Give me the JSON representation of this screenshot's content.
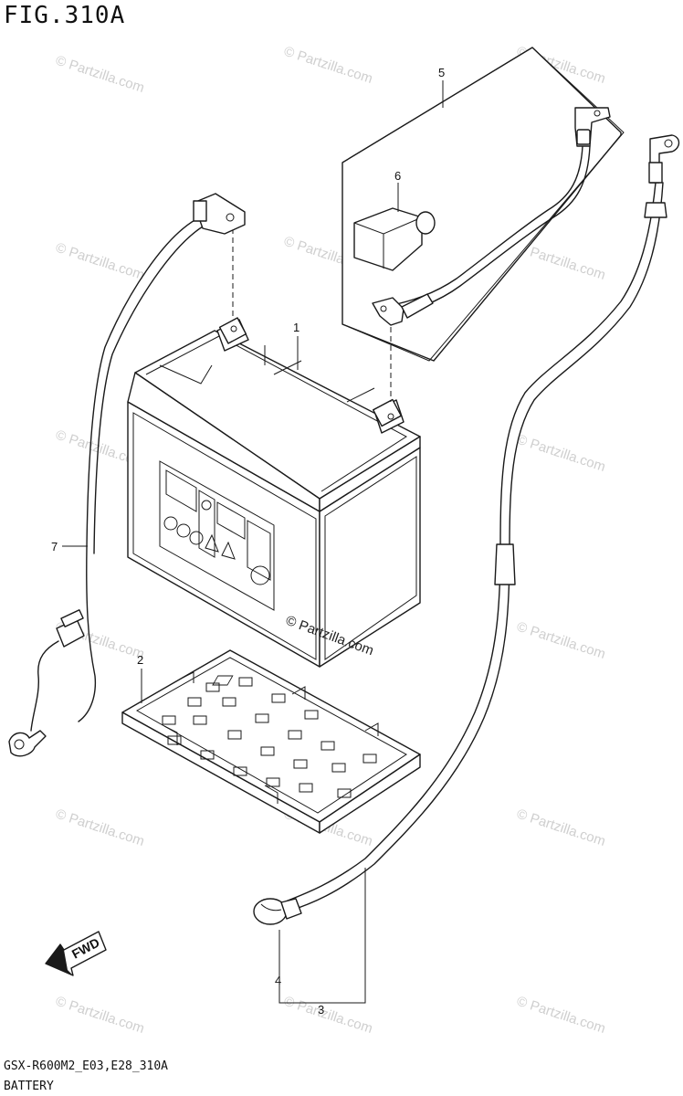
{
  "figure": {
    "title": "FIG.310A",
    "model_code": "GSX-R600M2_E03,E28_310A",
    "section_name": "BATTERY"
  },
  "watermark": {
    "text": "© Partzilla.com"
  },
  "direction_marker": {
    "label": "FWD"
  },
  "callouts": [
    {
      "id": "1",
      "label": "1"
    },
    {
      "id": "2",
      "label": "2"
    },
    {
      "id": "3",
      "label": "3"
    },
    {
      "id": "4",
      "label": "4"
    },
    {
      "id": "5",
      "label": "5"
    },
    {
      "id": "6",
      "label": "6"
    },
    {
      "id": "7",
      "label": "7"
    }
  ]
}
